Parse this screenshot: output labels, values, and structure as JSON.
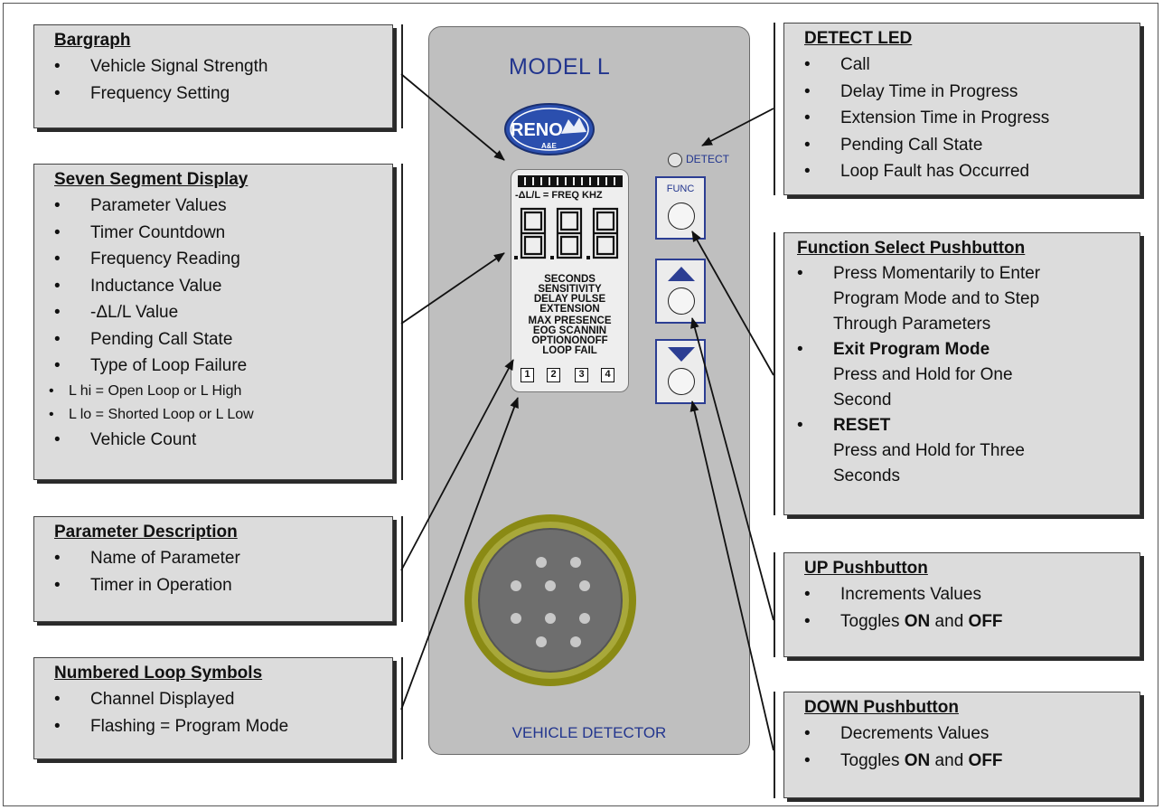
{
  "callouts": {
    "bargraph": {
      "title": "Bargraph",
      "items": [
        "Vehicle Signal Strength",
        "Frequency Setting"
      ]
    },
    "seven_segment": {
      "title": "Seven Segment Display",
      "items": [
        "Parameter Values",
        "Timer Countdown",
        "Frequency Reading",
        "Inductance Value",
        "-ΔL/L Value",
        "Pending Call State",
        "Type of Loop Failure"
      ],
      "sub_items": [
        "L hi = Open Loop or L High",
        "L lo = Shorted Loop or L Low"
      ],
      "last_item": "Vehicle Count"
    },
    "parameter_description": {
      "title": "Parameter Description",
      "items": [
        "Name of Parameter",
        "Timer in Operation"
      ]
    },
    "numbered_loops": {
      "title": "Numbered Loop Symbols",
      "items": [
        "Channel Displayed",
        "Flashing = Program Mode"
      ]
    },
    "detect_led": {
      "title": "DETECT LED",
      "items": [
        "Call",
        "Delay Time in Progress",
        "Extension Time in Progress",
        "Pending Call State",
        "Loop Fault has Occurred"
      ]
    },
    "function_select": {
      "title": "Function Select Pushbutton",
      "item1": "Press Momentarily to Enter Program Mode and to Step Through Parameters",
      "item2_title": "Exit Program Mode",
      "item2_note": "Press and Hold for One Second",
      "item3_title": "RESET",
      "item3_note": "Press and Hold for Three Seconds"
    },
    "up_pushbutton": {
      "title": "UP Pushbutton",
      "item1": "Increments Values",
      "toggle": {
        "w1": "Toggles ",
        "on": "ON",
        "w2": " and ",
        "off": "OFF"
      }
    },
    "down_pushbutton": {
      "title": "DOWN Pushbutton",
      "item1": "Decrements Values",
      "toggle": {
        "w1": "Toggles ",
        "on": "ON",
        "w2": " and ",
        "off": "OFF"
      }
    }
  },
  "device": {
    "model": "MODEL L",
    "logo_text": "RENO",
    "logo_sub": "A&E",
    "display_header": "-ΔL/L = FREQ KHZ",
    "display_digits": "8.8.8",
    "display_words": [
      "SECONDS",
      "SENSITIVITY",
      "DELAY PULSE",
      "EXTENSION",
      "MAX PRESENCE",
      "EOG  SCANNIN",
      "OPTIONONOFF",
      "LOOP FAIL"
    ],
    "loop_numbers": [
      "1",
      "2",
      "3",
      "4"
    ],
    "detect_label": "DETECT",
    "func_label": "FUNC",
    "footer": "VEHICLE DETECTOR"
  },
  "colors": {
    "panel": "#bfbfbf",
    "callout": "#dcdcdc",
    "accent_blue": "#22358e",
    "connector_ring": "#8a8a14"
  }
}
